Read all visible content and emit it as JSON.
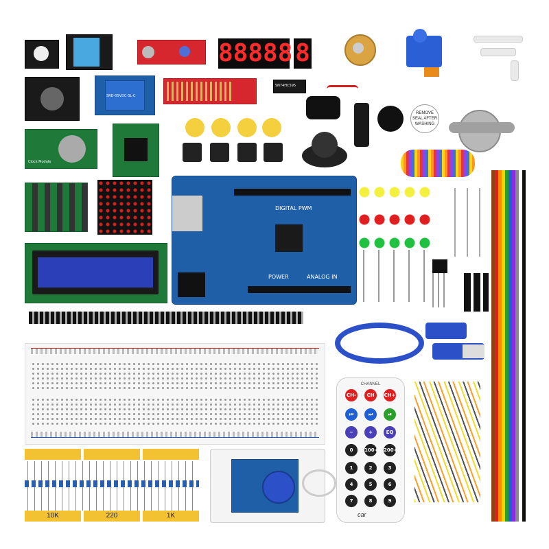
{
  "seven_segment": {
    "digits": "88888",
    "single": "8"
  },
  "relay_label": "SRD-05VDC-SL-C",
  "ic_label": "SN74HC595",
  "rtc_label": "Clock Module",
  "stepper_sticker": "REMOVE SEAL AFTER WASHING",
  "uno": {
    "digital_label": "DIGITAL PWM",
    "power_label": "POWER",
    "analog_label": "ANALOG IN"
  },
  "resistor_strips": [
    "10K",
    "220",
    "1K"
  ],
  "remote": {
    "header": "CHANNEL",
    "keys": [
      "CH-",
      "CH",
      "CH+",
      "⏮",
      "⏭",
      "⏯",
      "−",
      "+",
      "EQ",
      "0",
      "100+",
      "200+",
      "1",
      "2",
      "3",
      "4",
      "5",
      "6",
      "7",
      "8",
      "9"
    ],
    "brand": "car"
  },
  "colors": {
    "pcb_blue": "#1f5fa8",
    "pcb_green": "#1f7a3a",
    "pcb_red": "#d6262e",
    "seg_red": "#ff2a2a",
    "button_cap": "#f4d03f",
    "ribbon": [
      "#8B4513",
      "#e02020",
      "#ff8c00",
      "#f2d400",
      "#2aa02a",
      "#1f5fd6",
      "#8a2be2",
      "#888888",
      "#ffffff",
      "#111111"
    ]
  }
}
